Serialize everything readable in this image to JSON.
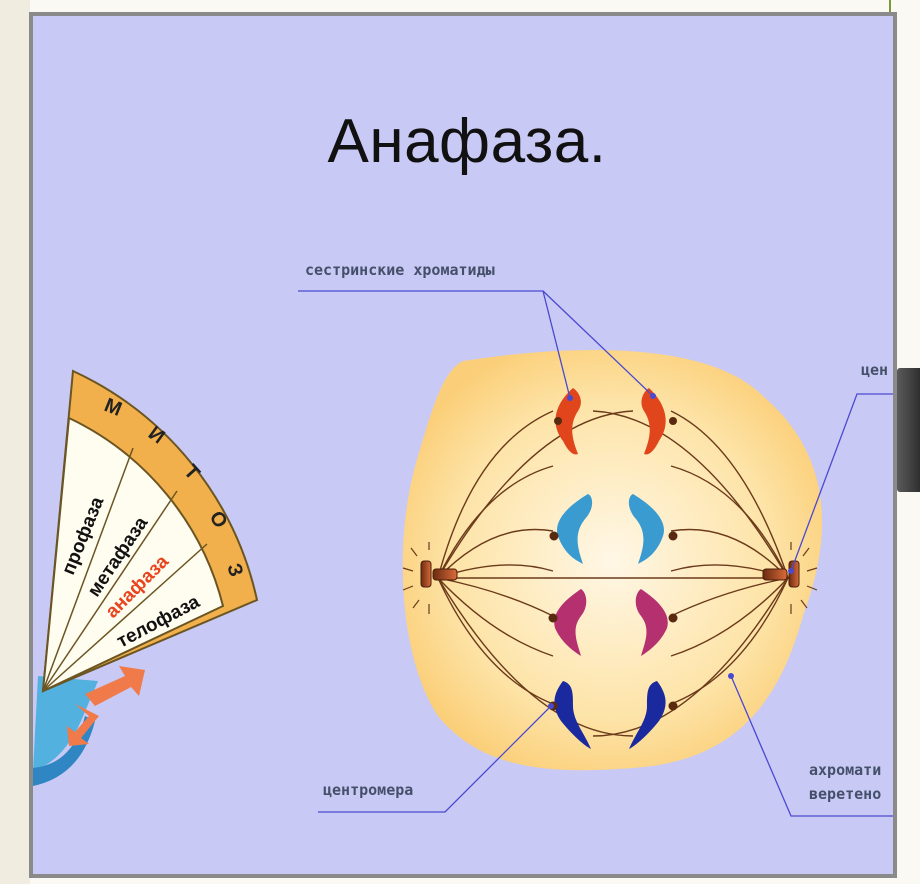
{
  "slide": {
    "title": "Анафаза."
  },
  "wheel": {
    "header": [
      "М",
      "И",
      "Т",
      "О",
      "З"
    ],
    "phases": [
      {
        "label": "профаза",
        "color": "#111111"
      },
      {
        "label": "метафаза",
        "color": "#111111"
      },
      {
        "label": "анафаза",
        "color": "#e8441e"
      },
      {
        "label": "телофаза",
        "color": "#111111"
      }
    ]
  },
  "labels": {
    "sister_chromatids": "сестринские хроматиды",
    "centriole_partial": "цен",
    "centromere": "центромера",
    "spindle_line1": "ахромати",
    "spindle_line2": "веретено"
  },
  "colors": {
    "slide_bg": "#c9c9f5",
    "cell_fill": "#fde4a8",
    "chromosome_red": "#e0451c",
    "chromosome_blue": "#3a9bd1",
    "chromosome_magenta": "#b4306f",
    "chromosome_navy": "#1a2a9e",
    "pointer_line": "#4a4ad0"
  }
}
